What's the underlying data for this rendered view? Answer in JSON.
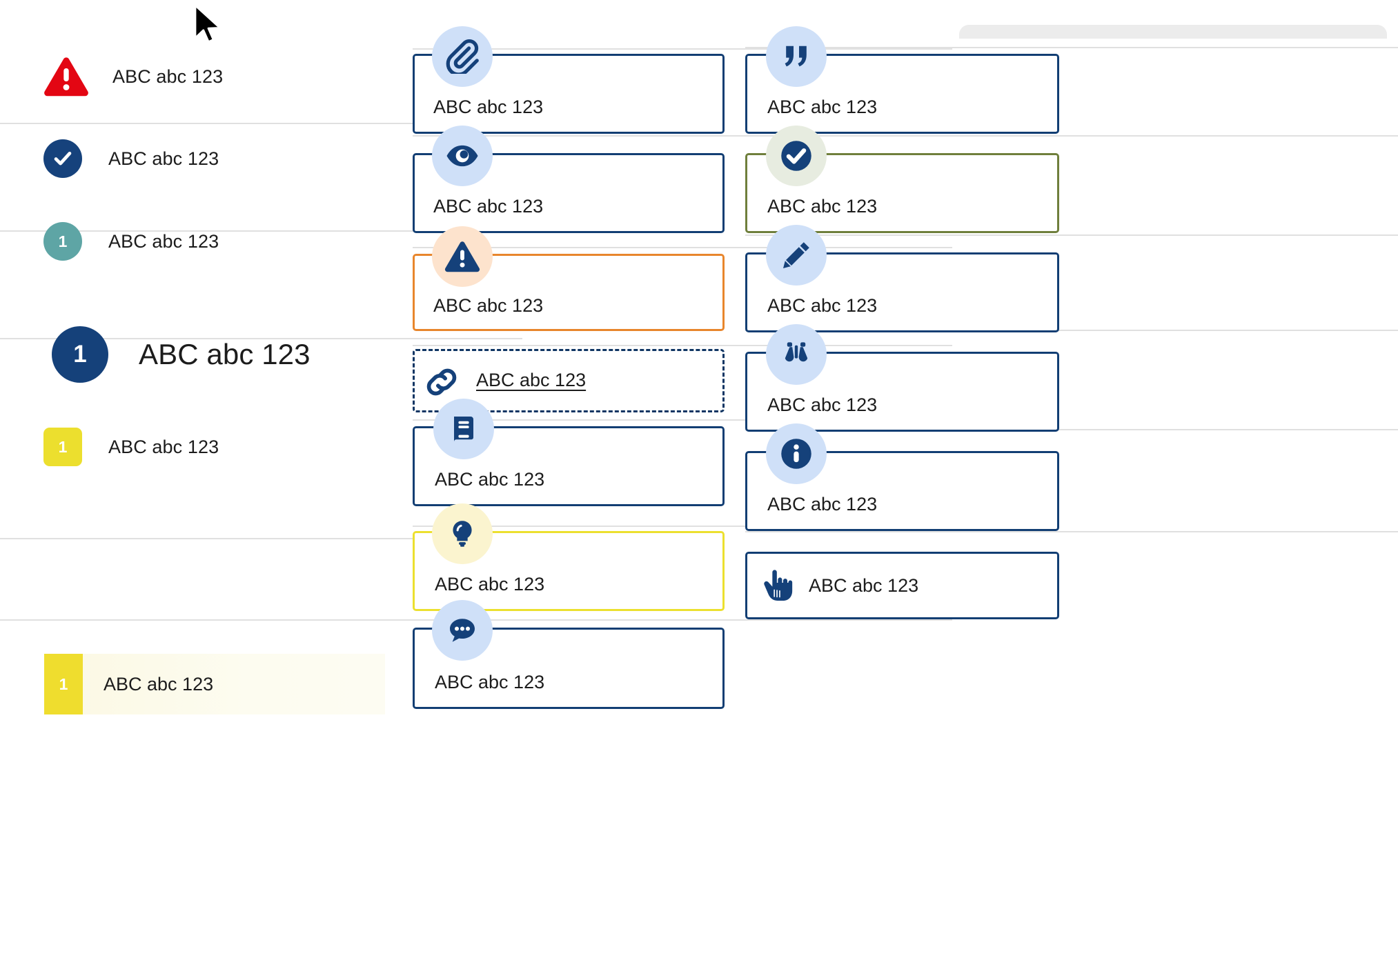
{
  "left_column": {
    "rows": [
      {
        "id": "error-row",
        "icon": "warning-triangle-icon",
        "label": "ABC abc 123",
        "badge_text": "",
        "color": "#e30613"
      },
      {
        "id": "success-row",
        "icon": "check-circle-icon",
        "label": "ABC abc 123",
        "badge_text": "",
        "color": "#16427c"
      },
      {
        "id": "teal-row",
        "icon": "number-circle-icon",
        "label": "ABC abc 123",
        "badge_text": "1",
        "color": "#5ea5a5"
      },
      {
        "id": "feature-row",
        "icon": "number-circle-icon",
        "label": "ABC abc 123",
        "badge_text": "1",
        "color": "#15417a"
      },
      {
        "id": "note-row",
        "icon": "number-square-icon",
        "label": "ABC abc 123",
        "badge_text": "1",
        "color": "#ecdf2e"
      }
    ],
    "highlight_row": {
      "badge_text": "1",
      "label": "ABC abc 123",
      "badge_color": "#efdd2e",
      "background": "#fbf8e3"
    }
  },
  "middle_column": {
    "cards": [
      {
        "id": "attachment-card",
        "icon": "paperclip-icon",
        "label": "ABC abc 123",
        "border_color": "#123e73",
        "bubble_color": "#cfe0f8",
        "style": "solid"
      },
      {
        "id": "preview-card",
        "icon": "eye-icon",
        "label": "ABC abc 123",
        "border_color": "#123e73",
        "bubble_color": "#cfe0f8",
        "style": "solid"
      },
      {
        "id": "warning-card",
        "icon": "warning-triangle-icon",
        "label": "ABC abc 123",
        "border_color": "#e8862c",
        "bubble_color": "#fde3cd",
        "style": "solid"
      },
      {
        "id": "link-card",
        "icon": "link-chain-icon",
        "label": "ABC abc 123",
        "border_color": "#0f3563",
        "bubble_color": "none",
        "style": "dashed",
        "is_link": true
      },
      {
        "id": "reference-card",
        "icon": "book-icon",
        "label": "ABC abc 123",
        "border_color": "#123e73",
        "bubble_color": "#cfe0f8",
        "style": "solid"
      },
      {
        "id": "tip-card",
        "icon": "lightbulb-icon",
        "label": "ABC abc 123",
        "border_color": "#ece02f",
        "bubble_color": "#fbf4cf",
        "style": "solid"
      },
      {
        "id": "comment-card",
        "icon": "speech-bubble-icon",
        "label": "ABC abc 123",
        "border_color": "#123e73",
        "bubble_color": "#cfe0f8",
        "style": "solid"
      }
    ]
  },
  "right_column": {
    "cards": [
      {
        "id": "quote-card",
        "icon": "quotation-mark-icon",
        "label": "ABC abc 123",
        "border_color": "#123e73",
        "bubble_color": "#cfe0f8",
        "style": "solid"
      },
      {
        "id": "success-card",
        "icon": "check-circle-icon",
        "label": "ABC abc 123",
        "border_color": "#6f7f3c",
        "bubble_color": "#e7ece0",
        "style": "solid"
      },
      {
        "id": "edit-card",
        "icon": "pencil-icon",
        "label": "ABC abc 123",
        "border_color": "#123e73",
        "bubble_color": "#cfe0f8",
        "style": "solid"
      },
      {
        "id": "explore-card",
        "icon": "binoculars-icon",
        "label": "ABC abc 123",
        "border_color": "#123e73",
        "bubble_color": "#cfe0f8",
        "style": "solid"
      },
      {
        "id": "info-card",
        "icon": "info-circle-icon",
        "label": "ABC abc 123",
        "border_color": "#123e73",
        "bubble_color": "#cfe0f8",
        "style": "solid"
      },
      {
        "id": "action-card",
        "icon": "pointing-hand-icon",
        "label": "ABC abc 123",
        "border_color": "#123e73",
        "bubble_color": "none",
        "style": "solid",
        "inline_icon": true
      }
    ]
  },
  "cursor": {
    "name": "mouse-pointer"
  },
  "palette": {
    "brand_navy": "#123e73",
    "deep_navy": "#15417a",
    "error_red": "#e30613",
    "warning_orange": "#e8862c",
    "success_green": "#6f7f3c",
    "accent_yellow": "#ecdf2e",
    "teal": "#5ea5a5",
    "bubble_blue": "#cfe0f8",
    "bubble_peach": "#fde3cd",
    "bubble_mint": "#e7ece0",
    "bubble_cream": "#fbf4cf",
    "divider": "#e0e0e0",
    "text": "#1c1c1c"
  }
}
